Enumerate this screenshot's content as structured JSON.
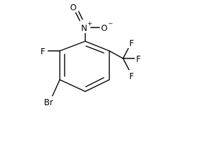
{
  "molecule": {
    "atoms": {
      "nitro_n": "N",
      "nitro_n_charge": "+",
      "nitro_o_top": "O",
      "nitro_o_right": "O",
      "nitro_o_right_charge": "−",
      "fluorine_ring": "F",
      "bromine": "Br",
      "cf3_f_top": "F",
      "cf3_f_right": "F",
      "cf3_f_bottom": "F"
    }
  }
}
